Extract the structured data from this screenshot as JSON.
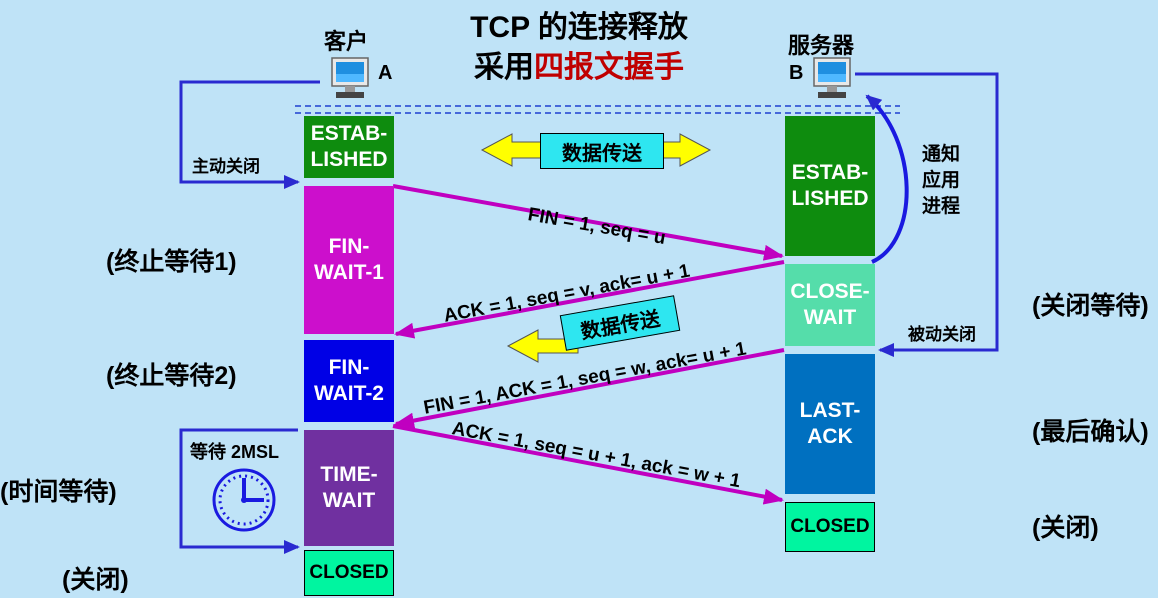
{
  "title": {
    "line1": "TCP 的连接释放",
    "line2_prefix": "采用",
    "line2_highlight": "四报文握手"
  },
  "client": {
    "name": "客户",
    "id": "A"
  },
  "server": {
    "name": "服务器",
    "id": "B"
  },
  "client_states": {
    "established": "ESTAB-\nLISHED",
    "fin_wait_1": "FIN-\nWAIT-1",
    "fin_wait_2": "FIN-\nWAIT-2",
    "time_wait": "TIME-\nWAIT",
    "closed": "CLOSED"
  },
  "server_states": {
    "established": "ESTAB-\nLISHED",
    "close_wait": "CLOSE-\nWAIT",
    "last_ack": "LAST-\nACK",
    "closed": "CLOSED"
  },
  "client_labels": {
    "fin_wait_1": "(终止等待1)",
    "fin_wait_2": "(终止等待2)",
    "time_wait": "(时间等待)",
    "closed": "(关闭)"
  },
  "server_labels": {
    "close_wait": "(关闭等待)",
    "last_ack": "(最后确认)",
    "closed": "(关闭)"
  },
  "messages": {
    "fin1": "FIN = 1, seq = u",
    "ack1": "ACK = 1, seq = v, ack= u + 1",
    "fin2": "FIN = 1, ACK = 1, seq = w, ack= u + 1",
    "ack2": "ACK = 1, seq = u + 1, ack = w + 1"
  },
  "annotations": {
    "active_close": "主动关闭",
    "passive_close": "被动关闭",
    "notify_app": "通知\n应用\n进程",
    "wait_2msl": "等待 2MSL",
    "data_transfer_1": "数据传送",
    "data_transfer_2": "数据传送"
  },
  "colors": {
    "background": "#bfe3f7",
    "established": "#0e8c0e",
    "fin_wait_1": "#cc0fcc",
    "fin_wait_2": "#0000e6",
    "time_wait": "#7030a0",
    "close_wait": "#55ddaa",
    "last_ack": "#0070c0",
    "closed": "#00f5a0",
    "message_arrow": "#c000c0",
    "control_arrow": "#2a2ad0",
    "title_highlight": "#c00000"
  },
  "icons": [
    "computer-icon",
    "clock-icon"
  ]
}
